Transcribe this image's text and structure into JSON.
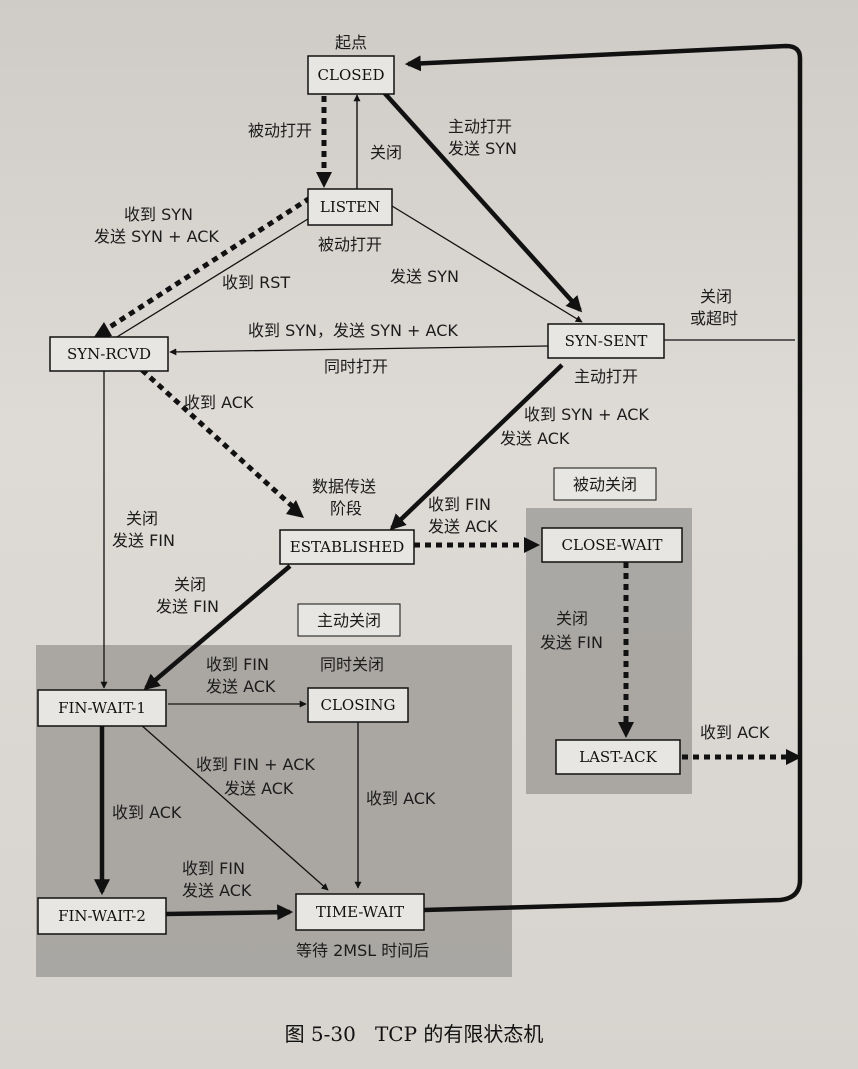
{
  "figure": {
    "caption": "图 5-30   TCP 的有限状态机"
  },
  "states": {
    "closed": "CLOSED",
    "listen": "LISTEN",
    "syn_rcvd": "SYN-RCVD",
    "syn_sent": "SYN-SENT",
    "established": "ESTABLISHED",
    "close_wait": "CLOSE-WAIT",
    "last_ack": "LAST-ACK",
    "fin_wait_1": "FIN-WAIT-1",
    "closing": "CLOSING",
    "fin_wait_2": "FIN-WAIT-2",
    "time_wait": "TIME-WAIT"
  },
  "labels": {
    "start": "起点",
    "passive_open_1": "被动打开",
    "close_1": "关闭",
    "active_open_line1": "主动打开",
    "active_open_line2": "发送 SYN",
    "recv_syn_line1": "收到 SYN",
    "recv_syn_line2": "发送 SYN + ACK",
    "passive_open_2": "被动打开",
    "recv_rst": "收到 RST",
    "send_syn": "发送 SYN",
    "close_or_timeout_line1": "关闭",
    "close_or_timeout_line2": "或超时",
    "recv_syn_send_synack": "收到 SYN，发送 SYN + ACK",
    "simultaneous_open": "同时打开",
    "active_open_2": "主动打开",
    "recv_ack_1": "收到 ACK",
    "recv_synack_line1": "收到 SYN + ACK",
    "recv_synack_line2": "发送 ACK",
    "passive_close": "被动关闭",
    "data_transfer_line1": "数据传送",
    "data_transfer_line2": "阶段",
    "recv_fin_line1": "收到 FIN",
    "recv_fin_line2": "发送 ACK",
    "close_send_fin_a_line1": "关闭",
    "close_send_fin_a_line2": "发送 FIN",
    "close_send_fin_b_line1": "关闭",
    "close_send_fin_b_line2": "发送 FIN",
    "active_close": "主动关闭",
    "close_send_fin_c_line1": "关闭",
    "close_send_fin_c_line2": "发送 FIN",
    "recv_fin_2_line1": "收到 FIN",
    "recv_fin_2_line2": "发送 ACK",
    "simultaneous_close": "同时关闭",
    "recv_ack_2": "收到 ACK",
    "recv_finack_line1": "收到 FIN + ACK",
    "recv_finack_line2": "发送 ACK",
    "recv_ack_3": "收到 ACK",
    "recv_ack_4": "收到 ACK",
    "recv_fin_3_line1": "收到 FIN",
    "recv_fin_3_line2": "发送 ACK",
    "wait_2msl": "等待 2MSL 时间后"
  }
}
